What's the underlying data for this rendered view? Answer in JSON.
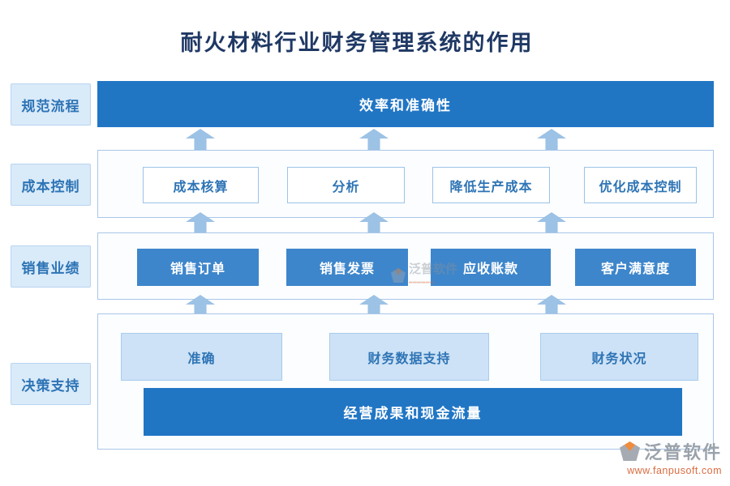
{
  "title": "耐火材料行业财务管理系统的作用",
  "side_labels": [
    {
      "label": "规范流程"
    },
    {
      "label": "成本控制"
    },
    {
      "label": "销售业绩"
    },
    {
      "label": "决策支持"
    }
  ],
  "layers": {
    "efficiency": {
      "bar_label": "效率和准确性"
    },
    "cost": {
      "boxes": [
        "成本核算",
        "分析",
        "降低生产成本",
        "优化成本控制"
      ]
    },
    "sales": {
      "boxes": [
        "销售订单",
        "销售发票",
        "应收账款",
        "客户满意度"
      ]
    },
    "decision": {
      "boxes": [
        "准确",
        "财务数据支持",
        "财务状况"
      ],
      "bar_label": "经营成果和现金流量"
    }
  },
  "watermark": {
    "brand": "泛普软件"
  },
  "footer_logo": {
    "brand": "泛普软件",
    "website": "www.fanpusoft.com"
  },
  "colors": {
    "title_text": "#1f3864",
    "primary_bar_blue": "#2176c4",
    "sales_box_blue": "#3e86cb",
    "light_box_fill": "#cde2f6",
    "light_box_border": "#a9cbee",
    "side_label_fill": "#d9eaf9",
    "container_border": "#aac7e8",
    "box_text_blue": "#2e74b5",
    "arrow_blue": "#9cc2e5",
    "logo_gray": "#9aa2ab",
    "logo_orange": "#d96c3f"
  }
}
